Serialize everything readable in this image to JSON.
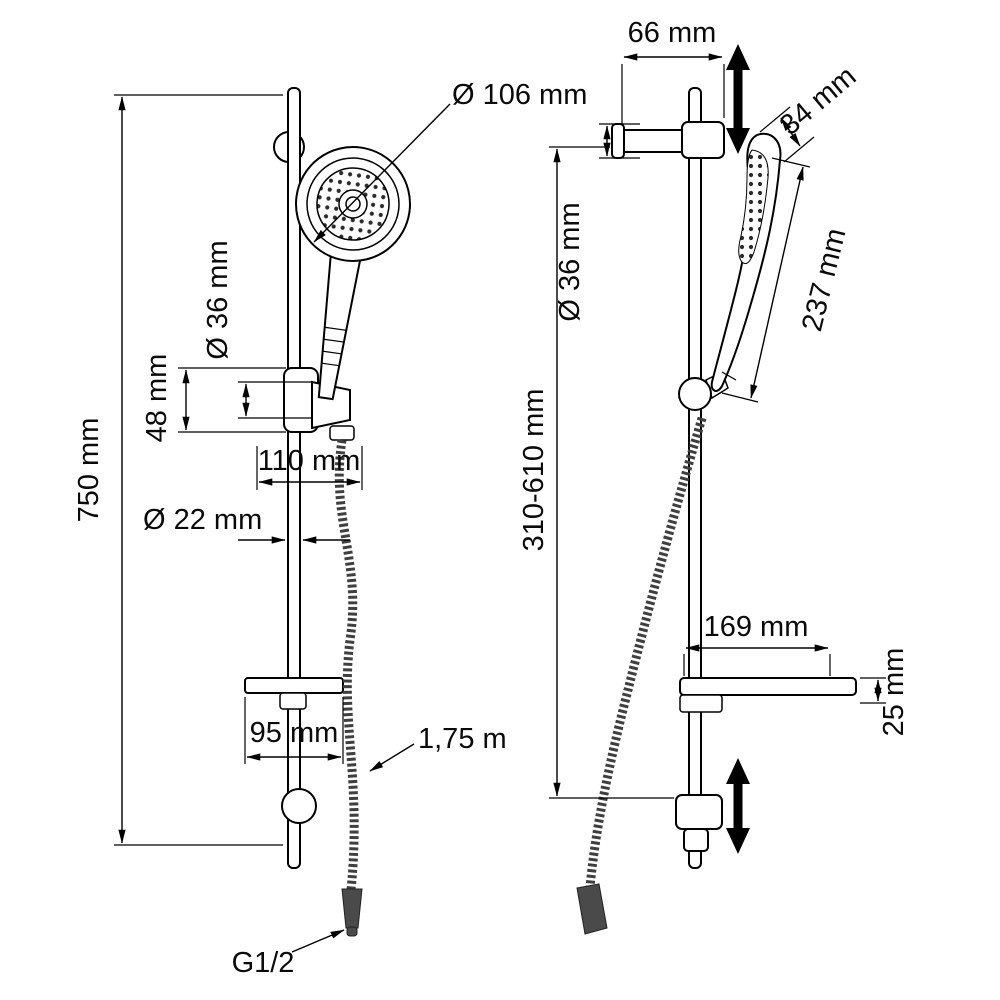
{
  "diagram": {
    "type": "technical-dimension-drawing",
    "subject": "shower rail set with hand shower, hose and soap dish (front and side views)",
    "colors": {
      "line": "#000000",
      "background": "#ffffff",
      "hose": "#3f3f3f",
      "fitting": "#4a4a4a"
    },
    "front_view": {
      "height": "750 mm",
      "head_diameter": "Ø 106 mm",
      "holder_diameter": "Ø 36 mm",
      "holder_height": "48 mm",
      "head_offset": "110 mm",
      "rail_diameter": "Ø 22 mm",
      "shelf_width": "95 mm",
      "hose_length": "1,75 m",
      "connection_thread": "G1/2"
    },
    "side_view": {
      "bracket_depth": "66 mm",
      "handset_thickness": "34 mm",
      "handset_length": "237 mm",
      "bracket_diameter": "Ø 36 mm",
      "adjust_range": "310-610 mm",
      "shelf_depth": "169 mm",
      "shelf_thickness": "25 mm"
    }
  }
}
